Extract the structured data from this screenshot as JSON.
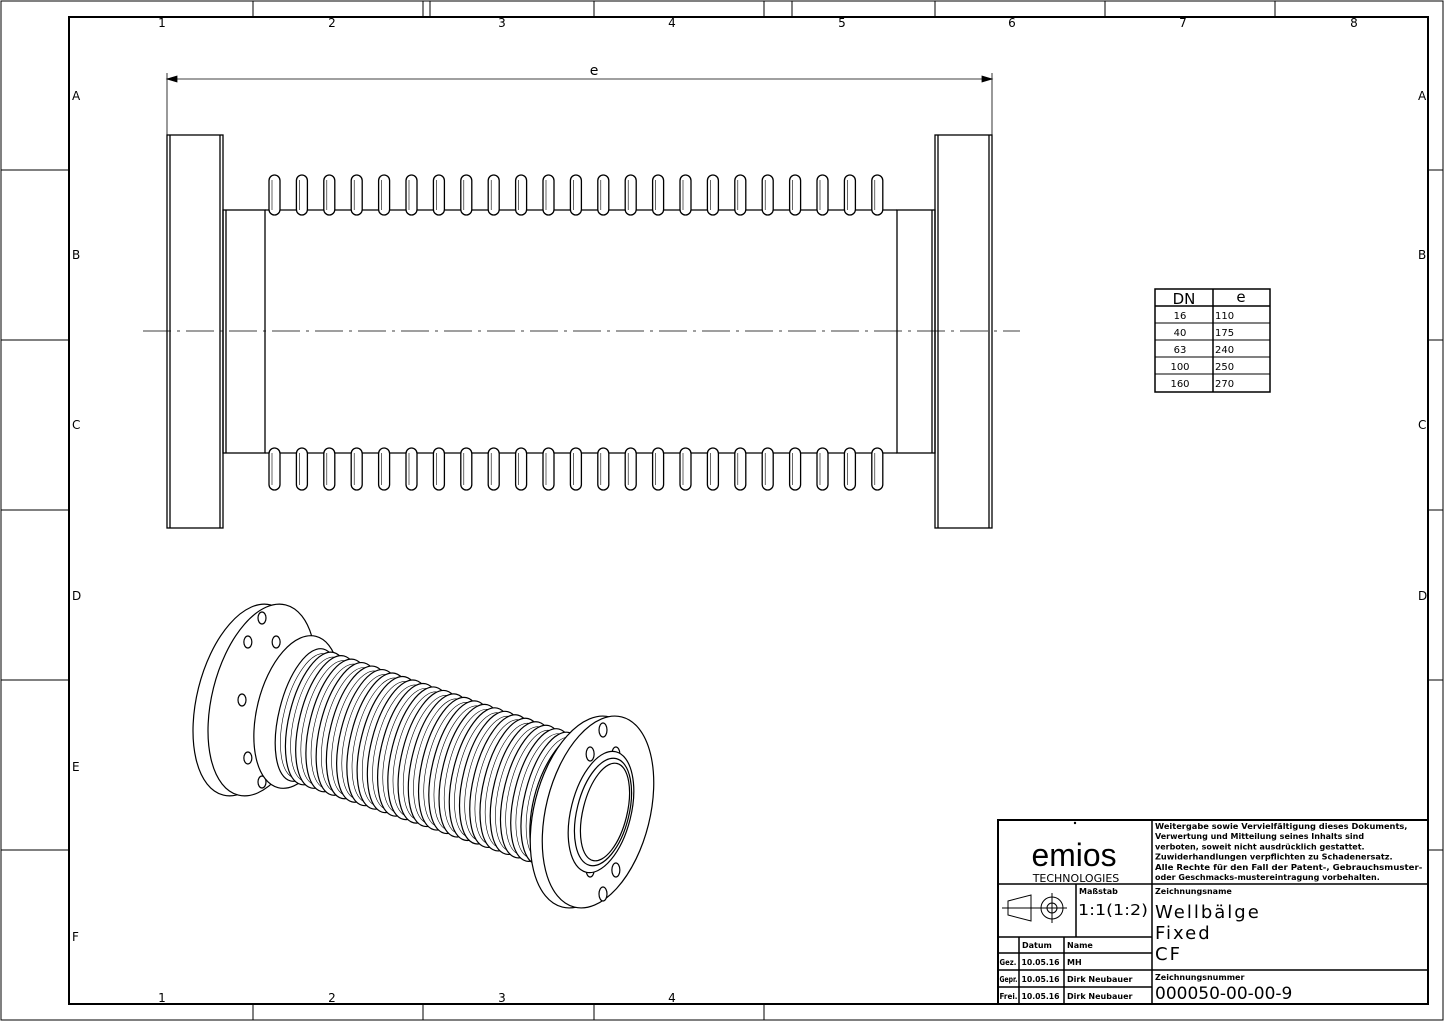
{
  "grid": {
    "columns_top": [
      "1",
      "2",
      "3",
      "4",
      "5",
      "6",
      "7",
      "8"
    ],
    "columns_bottom": [
      "1",
      "2",
      "3",
      "4"
    ],
    "rows_left": [
      "A",
      "B",
      "C",
      "D",
      "E",
      "F"
    ],
    "rows_right": [
      "A",
      "B",
      "C",
      "D"
    ]
  },
  "dimension": {
    "label": "e"
  },
  "table": {
    "headers": [
      "DN",
      "e"
    ],
    "rows": [
      [
        "16",
        "110"
      ],
      [
        "40",
        "175"
      ],
      [
        "63",
        "240"
      ],
      [
        "100",
        "250"
      ],
      [
        "160",
        "270"
      ]
    ]
  },
  "title_block": {
    "logo_text": "emios",
    "logo_sub": "TECHNOLOGIES",
    "notice": [
      "Weitergabe sowie Vervielfältigung dieses Dokuments,",
      "Verwertung und Mitteilung seines Inhalts sind",
      "verboten, soweit nicht ausdrücklich gestattet.",
      "Zuwiderhandlungen verpflichten zu Schadenersatz.",
      "Alle Rechte für den Fall der Patent-, Gebrauchsmuster-",
      "oder Geschmacks-mustereintragung vorbehalten."
    ],
    "scale_label": "Maßstab",
    "scale": "1:1(1:2)",
    "name_label": "Zeichnungsname",
    "name_lines": [
      "Wellbälge",
      "Fixed",
      "CF"
    ],
    "number_label": "Zeichnungsnummer",
    "number": "000050-00-00-9",
    "hdr_datum": "Datum",
    "hdr_name": "Name",
    "rows": [
      {
        "role": "Gez.",
        "date": "10.05.16",
        "name": "MH"
      },
      {
        "role": "Gepr.",
        "date": "10.05.16",
        "name": "Dirk Neubauer"
      },
      {
        "role": "Frei.",
        "date": "10.05.16",
        "name": "Dirk Neubauer"
      }
    ]
  }
}
